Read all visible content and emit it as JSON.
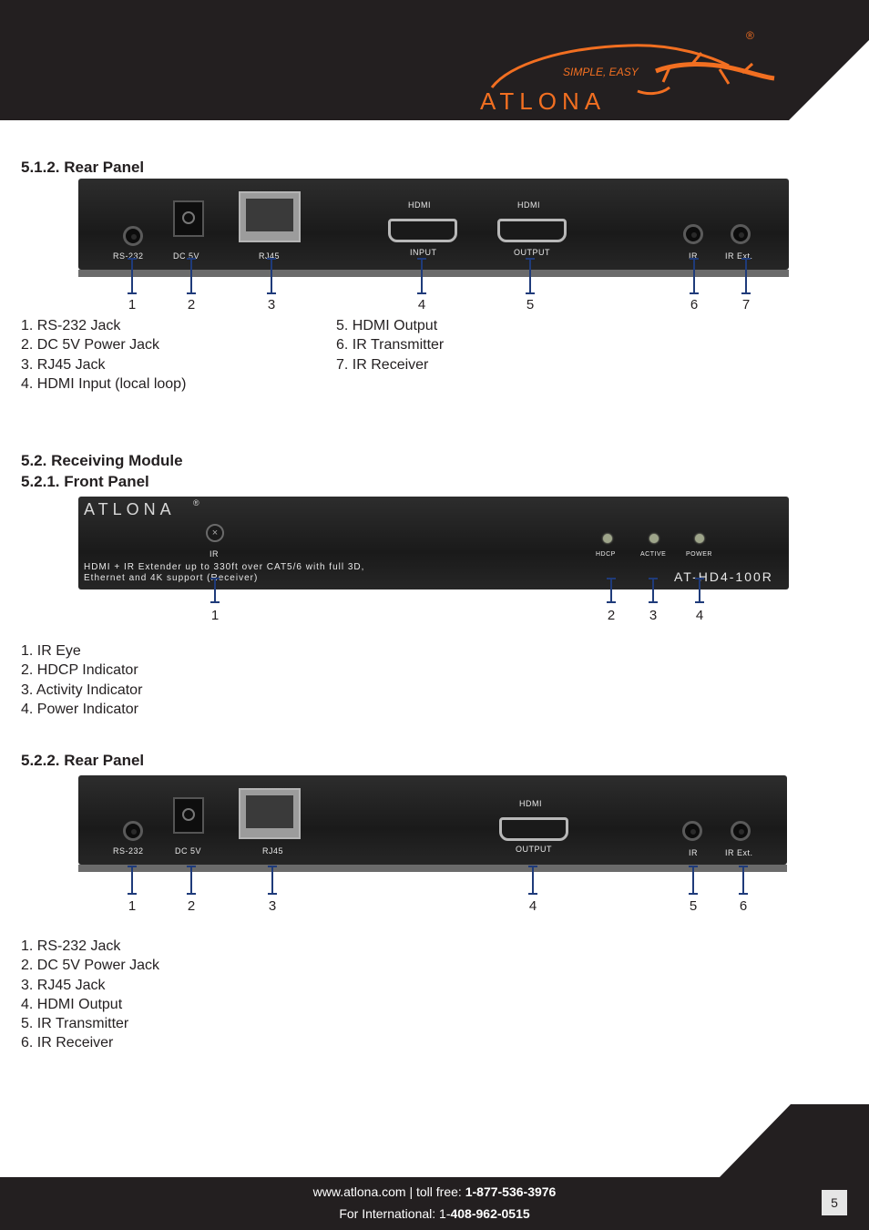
{
  "header": {
    "brand": "ATLONA",
    "tagline": "SIMPLE, EASY",
    "registered": "®",
    "colors": {
      "bar": "#231f20",
      "brand": "#f26f21"
    }
  },
  "section_512": {
    "heading": "5.1.2. Rear Panel",
    "panel_labels": {
      "rs232": "RS-232",
      "dc5v": "DC 5V",
      "rj45": "RJ45",
      "hdmi_in_top": "HDMI",
      "hdmi_in_bottom": "INPUT",
      "hdmi_out_top": "HDMI",
      "hdmi_out_bottom": "OUTPUT",
      "ir": "IR",
      "irext": "IR Ext."
    },
    "callouts": [
      "1",
      "2",
      "3",
      "4",
      "5",
      "6",
      "7"
    ],
    "items_left": [
      "1. RS-232 Jack",
      "2. DC 5V Power Jack",
      "3. RJ45 Jack",
      "4. HDMI Input (local loop)"
    ],
    "items_right": [
      "5. HDMI Output",
      "6. IR Transmitter",
      "7. IR Receiver"
    ]
  },
  "section_52": {
    "heading": "5.2. Receiving Module"
  },
  "section_521": {
    "heading": "5.2.1. Front Panel",
    "panel_text": {
      "brand": "ATLONA",
      "registered": "®",
      "ir": "IR",
      "desc_line1": "HDMI + IR Extender up to 330ft over CAT5/6 with full 3D,",
      "desc_line2": "Ethernet and 4K support (Receiver)",
      "hdcp": "HDCP",
      "active": "ACTIVE",
      "power": "POWER",
      "model": "AT-HD4-100R"
    },
    "callouts": [
      "1",
      "2",
      "3",
      "4"
    ],
    "items": [
      "1. IR Eye",
      "2. HDCP Indicator",
      "3. Activity Indicator",
      "4. Power Indicator"
    ]
  },
  "section_522": {
    "heading": "5.2.2. Rear Panel",
    "panel_labels": {
      "rs232": "RS-232",
      "dc5v": "DC 5V",
      "rj45": "RJ45",
      "hdmi_top": "HDMI",
      "hdmi_bottom": "OUTPUT",
      "ir": "IR",
      "irext": "IR Ext."
    },
    "callouts": [
      "1",
      "2",
      "3",
      "4",
      "5",
      "6"
    ],
    "items": [
      "1. RS-232 Jack",
      "2. DC 5V Power Jack",
      "3. RJ45 Jack",
      "4. HDMI Output",
      "5. IR Transmitter",
      "6. IR Receiver"
    ]
  },
  "footer": {
    "website": "www.atlona.com",
    "separator": " | toll free: ",
    "tollfree": "1-877-536-3976",
    "intl_label": "For International: 1-",
    "intl_number": "408-962-0515",
    "page_number": "5"
  }
}
